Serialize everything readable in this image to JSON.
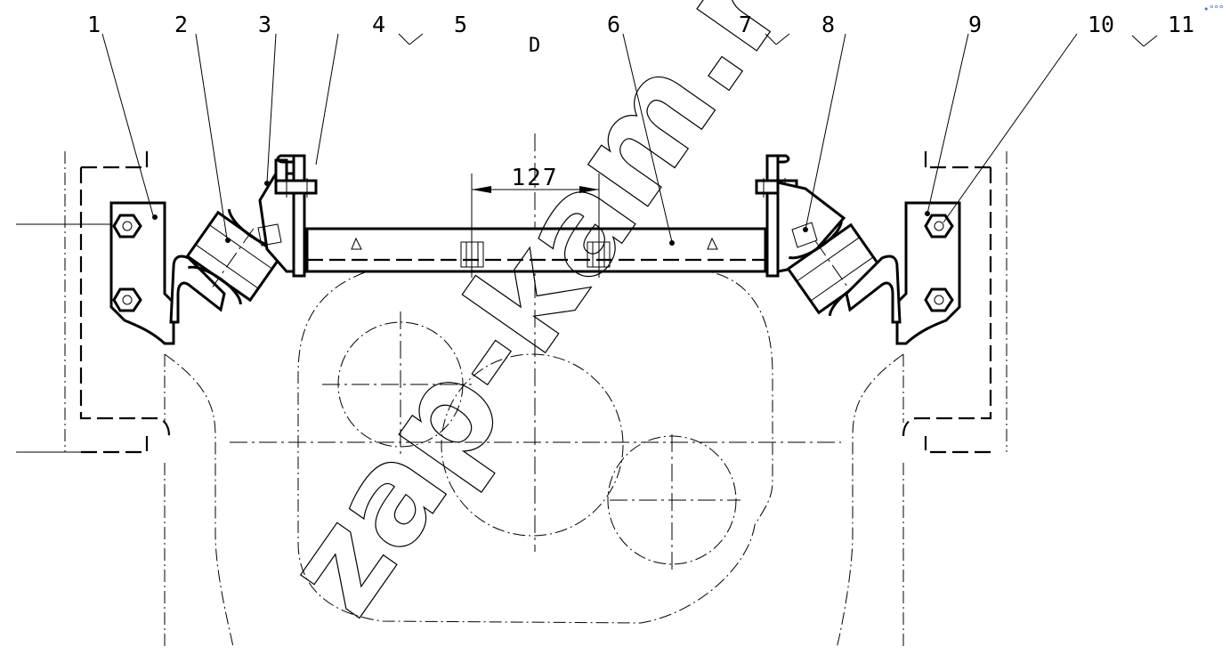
{
  "callouts": [
    {
      "id": "1",
      "label": "1"
    },
    {
      "id": "2",
      "label": "2"
    },
    {
      "id": "3",
      "label": "3"
    },
    {
      "id": "4",
      "label": "4"
    },
    {
      "id": "5",
      "label": "5"
    },
    {
      "id": "6",
      "label": "6"
    },
    {
      "id": "7",
      "label": "7"
    },
    {
      "id": "8",
      "label": "8"
    },
    {
      "id": "9",
      "label": "9"
    },
    {
      "id": "10",
      "label": "10"
    },
    {
      "id": "11",
      "label": "11"
    }
  ],
  "view_label": "D",
  "dimension": "127",
  "watermark": "zap-kam.ru",
  "corner_mark": "•°°°"
}
